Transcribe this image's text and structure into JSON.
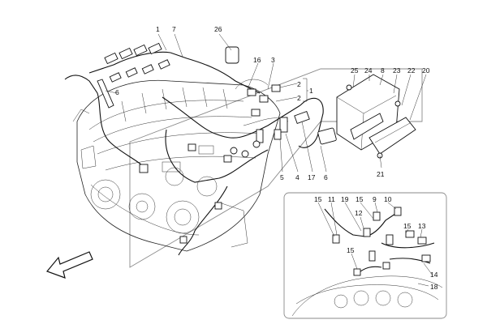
{
  "diagram": {
    "callouts_main": [
      {
        "id": "c1a",
        "text": "1"
      },
      {
        "id": "c7",
        "text": "7"
      },
      {
        "id": "c26",
        "text": "26"
      },
      {
        "id": "c16",
        "text": "16"
      },
      {
        "id": "c3",
        "text": "3"
      },
      {
        "id": "c6a",
        "text": "6"
      },
      {
        "id": "c2a",
        "text": "2"
      },
      {
        "id": "c2b",
        "text": "2"
      },
      {
        "id": "c1b",
        "text": "1"
      },
      {
        "id": "c5",
        "text": "5"
      },
      {
        "id": "c4",
        "text": "4"
      },
      {
        "id": "c17",
        "text": "17"
      },
      {
        "id": "c6b",
        "text": "6"
      },
      {
        "id": "c25",
        "text": "25"
      },
      {
        "id": "c24",
        "text": "24"
      },
      {
        "id": "c8",
        "text": "8"
      },
      {
        "id": "c23",
        "text": "23"
      },
      {
        "id": "c22",
        "text": "22"
      },
      {
        "id": "c20",
        "text": "20"
      },
      {
        "id": "c21",
        "text": "21"
      }
    ],
    "callouts_inset": [
      {
        "id": "i15a",
        "text": "15"
      },
      {
        "id": "i11",
        "text": "11"
      },
      {
        "id": "i19",
        "text": "19"
      },
      {
        "id": "i15b",
        "text": "15"
      },
      {
        "id": "i9",
        "text": "9"
      },
      {
        "id": "i10",
        "text": "10"
      },
      {
        "id": "i12",
        "text": "12"
      },
      {
        "id": "i15c",
        "text": "15"
      },
      {
        "id": "i13",
        "text": "13"
      },
      {
        "id": "i15d",
        "text": "15"
      },
      {
        "id": "i14",
        "text": "14"
      },
      {
        "id": "i18",
        "text": "18"
      }
    ]
  }
}
